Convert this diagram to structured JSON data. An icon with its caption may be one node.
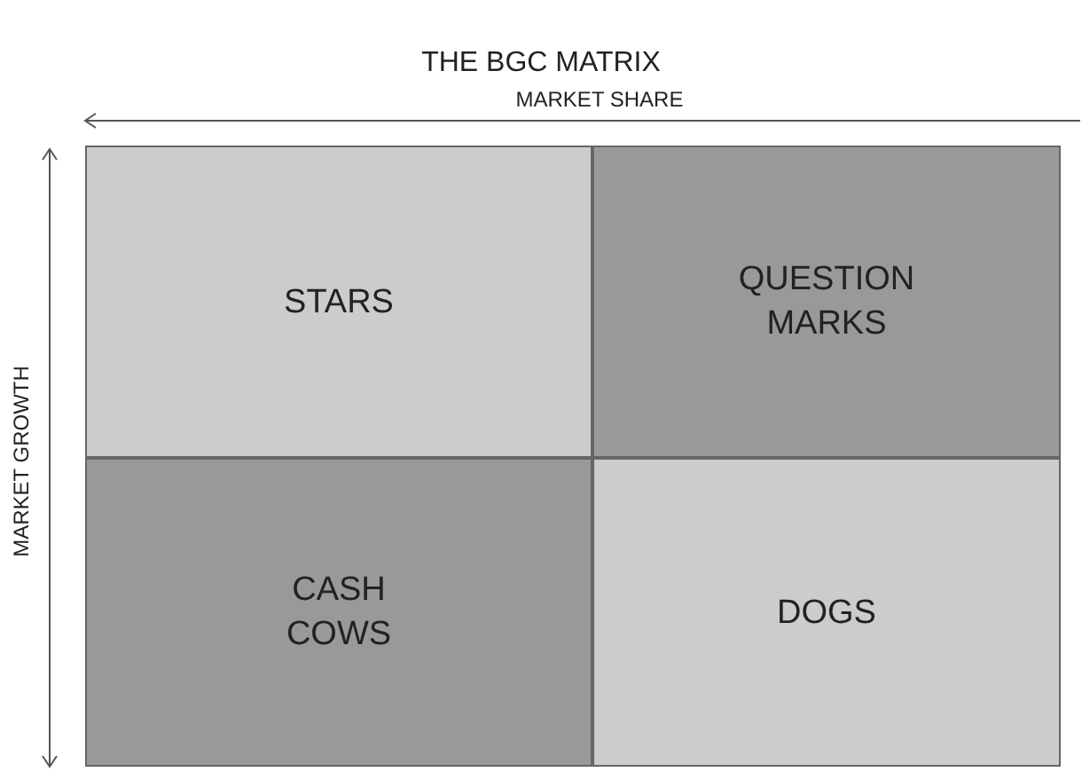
{
  "diagram": {
    "title": "THE BGC MATRIX",
    "nodes": [
      {
        "text": [
          "STARS"
        ]
      },
      {
        "text": [
          "QUESTION MARKS"
        ]
      },
      {
        "text": [
          "CASH COWS"
        ]
      },
      {
        "text": [
          "DOGS"
        ]
      }
    ],
    "labels": [
      "MARKET SHARE",
      "MARKET GROWTH"
    ]
  }
}
